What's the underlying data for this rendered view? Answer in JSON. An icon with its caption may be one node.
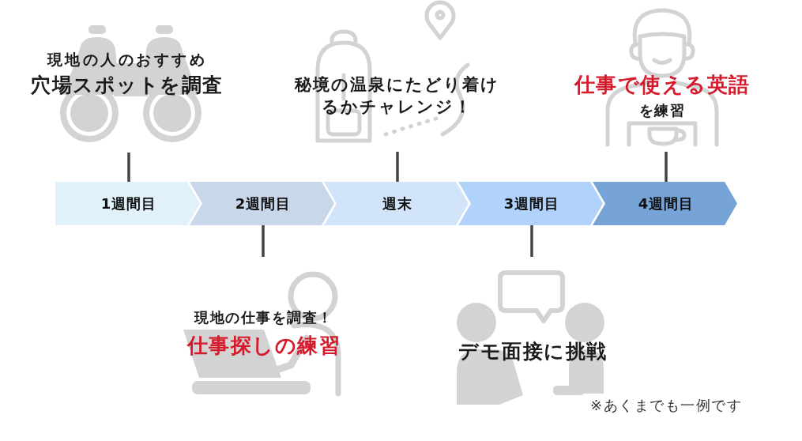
{
  "diagram": {
    "nodes": [
      {
        "text": [
          "現地の人のおすすめ",
          "**穴場スポット**を調査"
        ]
      },
      {
        "text": [
          "秘境の温泉にたどり着けるかチャレンジ！"
        ]
      },
      {
        "text": [
          "仕事で使える英語",
          "を練習"
        ]
      },
      {
        "text": [
          "1週間目"
        ]
      },
      {
        "text": [
          "2週間目"
        ]
      },
      {
        "text": [
          "週末"
        ]
      },
      {
        "text": [
          "3週間目"
        ]
      },
      {
        "text": [
          "4週間目"
        ]
      },
      {
        "text": [
          "現地の仕事を調査！",
          "仕事探しの練習"
        ]
      },
      {
        "text": [
          "**デモ面接**に挑戦"
        ]
      }
    ],
    "edges": [
      {
        "from": 3,
        "to": 0,
        "arrow": "none"
      },
      {
        "from": 4,
        "to": 8,
        "arrow": "none"
      },
      {
        "from": 5,
        "to": 1,
        "arrow": "none"
      },
      {
        "from": 6,
        "to": 9,
        "arrow": "none"
      },
      {
        "from": 7,
        "to": 2,
        "arrow": "none"
      }
    ],
    "labels": [
      "※あくまでも一例です"
    ]
  }
}
